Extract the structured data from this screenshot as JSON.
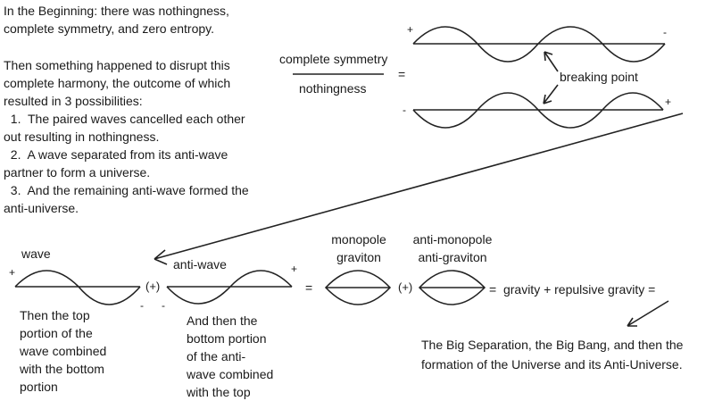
{
  "intro": {
    "lines1": [
      "In the Beginning:  there was nothingness,",
      "complete symmetry, and zero entropy."
    ],
    "lines2": [
      "Then something happened to disrupt this",
      "complete harmony, the outcome of which",
      "resulted in 3 possibilities:",
      "  1.  The paired waves cancelled each other",
      "out resulting in nothingness.",
      "  2.  A wave separated from its anti-wave",
      "partner to form a universe.",
      "  3.  And the remaining anti-wave formed the",
      "anti-universe."
    ]
  },
  "equation": {
    "numerator": "complete symmetry",
    "denominator": "nothingness",
    "equals": "=",
    "breaking_point": "breaking point",
    "top_wave_start_sign": "+",
    "top_wave_end_sign": "-",
    "bottom_wave_start_sign": "-",
    "bottom_wave_end_sign": "+"
  },
  "bottom": {
    "wave_label": "wave",
    "antiwave_label": "anti-wave",
    "wave_plus": "+",
    "wave_minus": "-",
    "antiwave_minus": "-",
    "antiwave_plus": "+",
    "combine": "(+)",
    "equals": "=",
    "monopole": [
      "monopole",
      "graviton"
    ],
    "antimonopole": [
      "anti-monopole",
      "anti-graviton"
    ],
    "combine2": "(+)",
    "result": "=  gravity + repulsive gravity =",
    "wave_caption": [
      "Then the top",
      "portion of the",
      "wave combined",
      "with the bottom",
      "portion"
    ],
    "antiwave_caption": [
      "And then the",
      "bottom portion",
      "of the anti-",
      "wave combined",
      "with the top"
    ],
    "conclusion": [
      "The Big Separation, the Big Bang, and then the",
      "formation of the Universe and its Anti-Universe."
    ]
  }
}
